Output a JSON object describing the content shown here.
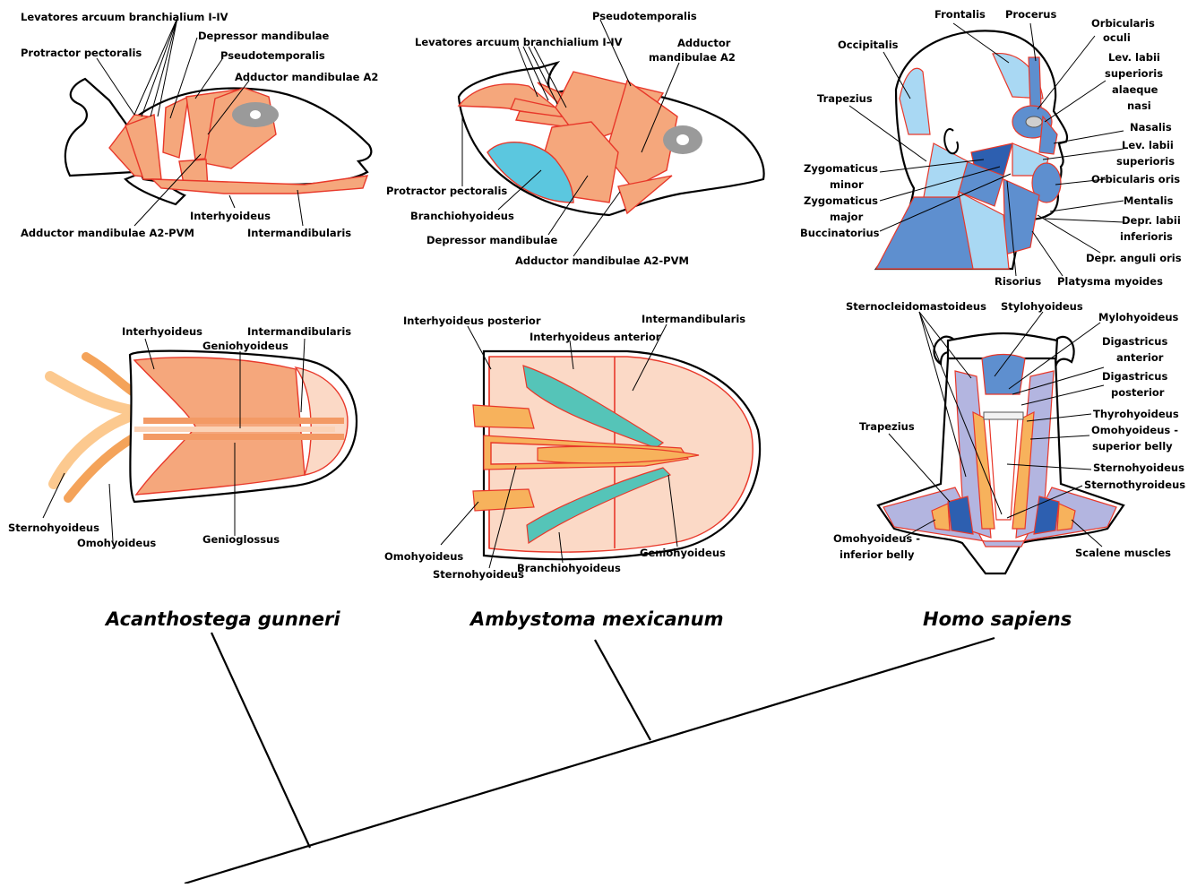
{
  "species": {
    "acanthostega": "Acanthostega gunneri",
    "ambystoma": "Ambystoma mexicanum",
    "homo": "Homo sapiens"
  },
  "acanthostega_lateral": {
    "levatores": "Levatores arcuum branchialium I-IV",
    "depressor": "Depressor mandibulae",
    "protractor": "Protractor pectoralis",
    "pseudotemporalis": "Pseudotemporalis",
    "adductor_a2": "Adductor mandibulae A2",
    "adductor_a2_pvm": "Adductor mandibulae A2-PVM",
    "interhyoideus": "Interhyoideus",
    "intermandibularis": "Intermandibularis"
  },
  "acanthostega_ventral": {
    "interhyoideus": "Interhyoideus",
    "geniohyoideus": "Geniohyoideus",
    "intermandibularis": "Intermandibularis",
    "sternohyoideus": "Sternohyoideus",
    "omohyoideus": "Omohyoideus",
    "genioglossus": "Genioglossus"
  },
  "ambystoma_lateral": {
    "pseudotemporalis": "Pseudotemporalis",
    "levatores": "Levatores arcuum branchialium I-IV",
    "adductor_a2_l1": "Adductor",
    "adductor_a2_l2": "mandibulae A2",
    "protractor": "Protractor pectoralis",
    "branchiohyoideus": "Branchiohyoideus",
    "depressor": "Depressor mandibulae",
    "adductor_a2_pvm": "Adductor mandibulae A2-PVM"
  },
  "ambystoma_ventral": {
    "interhyoideus_posterior": "Interhyoideus posterior",
    "interhyoideus_anterior": "Interhyoideus anterior",
    "intermandibularis": "Intermandibularis",
    "omohyoideus": "Omohyoideus",
    "sternohyoideus": "Sternohyoideus",
    "branchiohyoideus": "Branchiohyoideus",
    "geniohyoideus": "Geniohyoideus"
  },
  "homo_head": {
    "frontalis": "Frontalis",
    "procerus": "Procerus",
    "orbicularis_oculi_l1": "Orbicularis",
    "orbicularis_oculi_l2": "oculi",
    "occipitalis": "Occipitalis",
    "lev_sup_alaeque_l1": "Lev. labii",
    "lev_sup_alaeque_l2": "superioris",
    "lev_sup_alaeque_l3": "alaeque",
    "lev_sup_alaeque_l4": "nasi",
    "trapezius": "Trapezius",
    "nasalis": "Nasalis",
    "lev_sup_l1": "Lev. labii",
    "lev_sup_l2": "superioris",
    "zyg_minor_l1": "Zygomaticus",
    "zyg_minor_l2": "minor",
    "orbicularis_oris": "Orbicularis oris",
    "zyg_major_l1": "Zygomaticus",
    "zyg_major_l2": "major",
    "mentalis": "Mentalis",
    "buccinatorius": "Buccinatorius",
    "depr_labii_l1": "Depr. labii",
    "depr_labii_l2": "inferioris",
    "depr_anguli": "Depr. anguli oris",
    "risorius": "Risorius",
    "platysma": "Platysma myoides"
  },
  "homo_neck": {
    "sternocleidomastoideus": "Sternocleidomastoideus",
    "stylohyoideus": "Stylohyoideus",
    "mylohyoideus": "Mylohyoideus",
    "digastricus_anterior_l1": "Digastricus",
    "digastricus_anterior_l2": "anterior",
    "digastricus_posterior_l1": "Digastricus",
    "digastricus_posterior_l2": "posterior",
    "trapezius": "Trapezius",
    "thyrohyoideus": "Thyrohyoideus",
    "omohyoideus_superior_l1": "Omohyoideus -",
    "omohyoideus_superior_l2": "superior belly",
    "sternohyoideus": "Sternohyoideus",
    "sternothyroideus": "Sternothyroideus",
    "omohyoideus_inferior_l1": "Omohyoideus -",
    "omohyoideus_inferior_l2": "inferior belly",
    "scalene": "Scalene muscles"
  },
  "colors": {
    "muscle_orange": "#f5a77c",
    "muscle_light_orange": "#fbd9c6",
    "muscle_blue": "#5bc7df",
    "muscle_teal": "#55c4b8",
    "human_light_blue": "#a9d8f3",
    "human_mid_blue": "#5e8fcf",
    "human_dark_blue": "#2d5fb0",
    "outline_red": "#e8382a"
  }
}
